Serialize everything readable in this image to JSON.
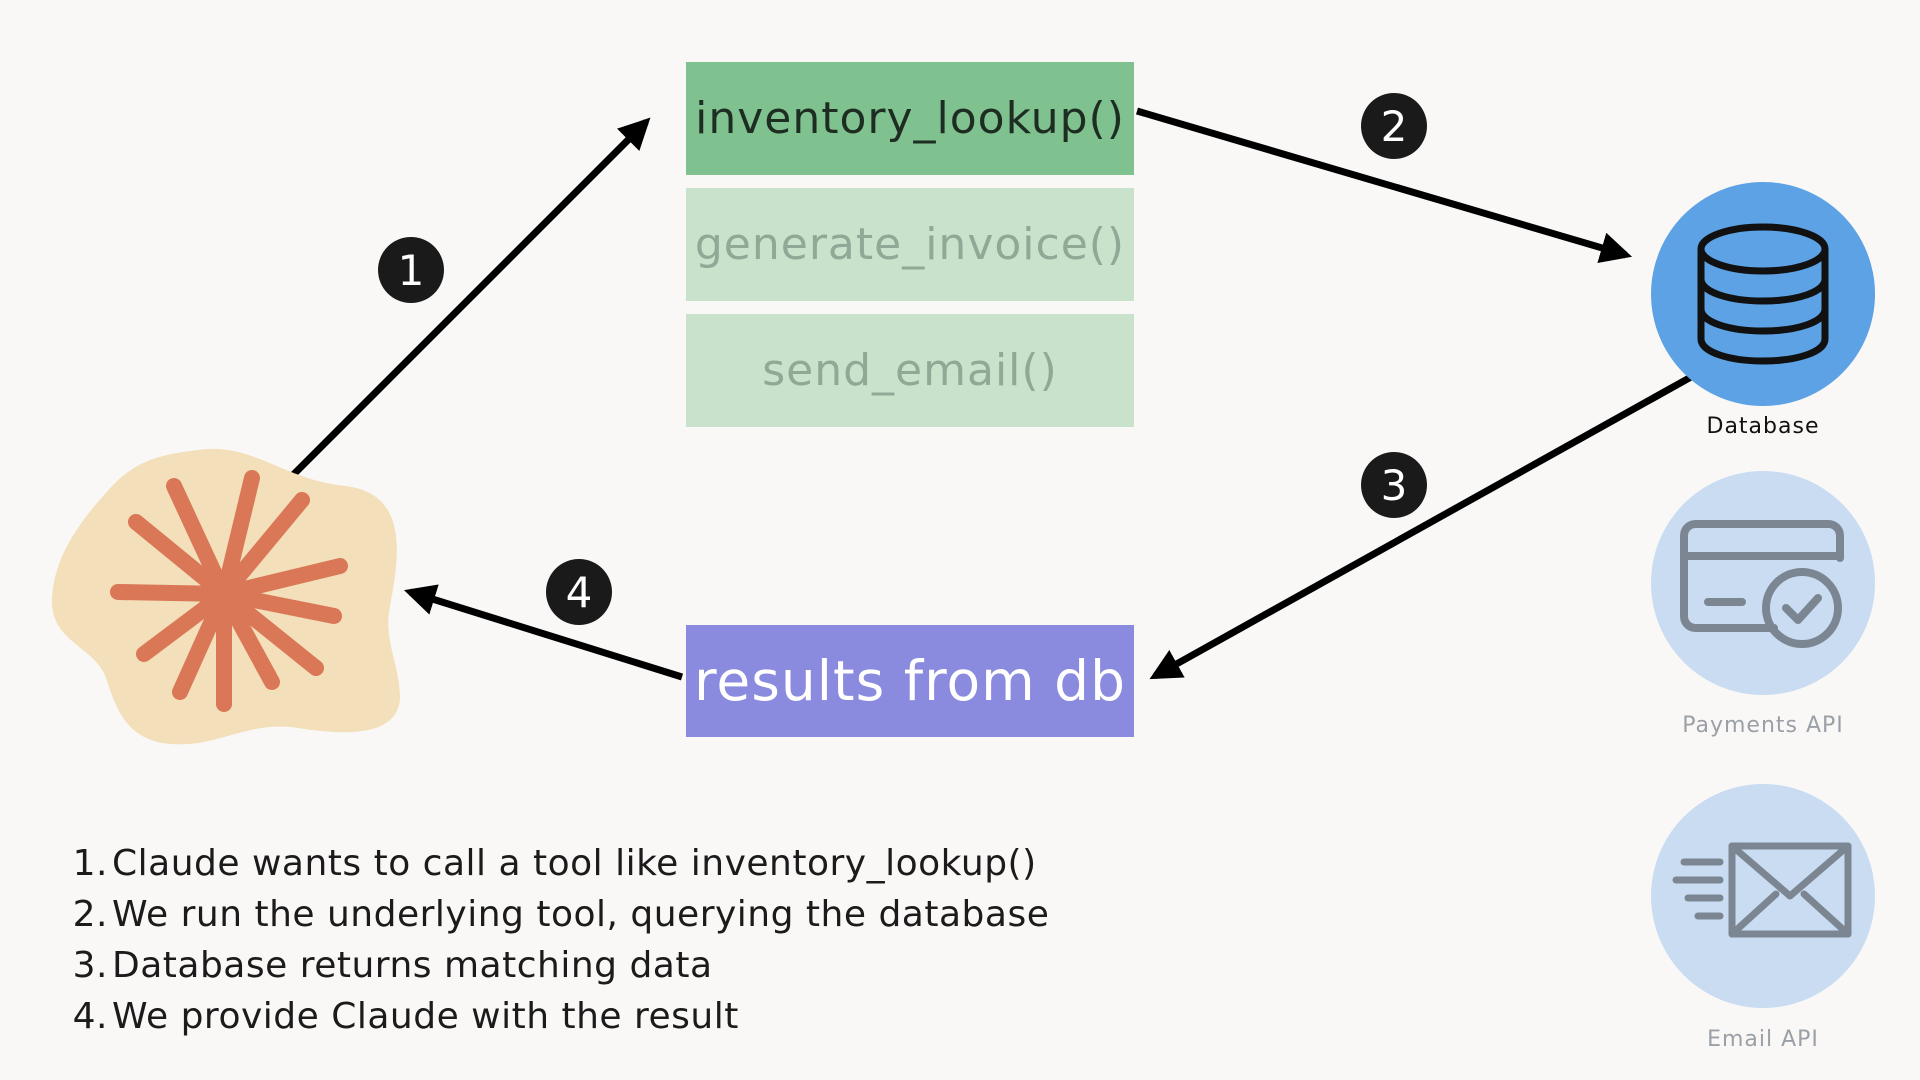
{
  "tools": [
    {
      "label": "inventory_lookup()",
      "state": "active"
    },
    {
      "label": "generate_invoice()",
      "state": "inactive"
    },
    {
      "label": "send_email()",
      "state": "inactive"
    }
  ],
  "result_box": {
    "label": "results from db"
  },
  "badges": [
    "1",
    "2",
    "3",
    "4"
  ],
  "services": [
    {
      "label": "Database",
      "icon": "database-icon",
      "state": "active"
    },
    {
      "label": "Payments API",
      "icon": "payment-card-check-icon",
      "state": "inactive"
    },
    {
      "label": "Email API",
      "icon": "email-envelope-icon",
      "state": "inactive"
    }
  ],
  "steps": [
    {
      "num": "1.",
      "text": "Claude wants to call a tool like inventory_lookup()"
    },
    {
      "num": "2.",
      "text": "We run the underlying tool, querying the database"
    },
    {
      "num": "3.",
      "text": "Database returns matching data"
    },
    {
      "num": "4.",
      "text": "We provide Claude with the result"
    }
  ],
  "colors": {
    "background": "#faf8f7",
    "tool_active": "#80c190",
    "tool_inactive": "#c8e2cc",
    "result": "#8a8ade",
    "database": "#5ca2e4",
    "service_inactive": "#c9dcf1",
    "claude_blob": "#f3dfb9",
    "claude_star": "#d97757"
  }
}
